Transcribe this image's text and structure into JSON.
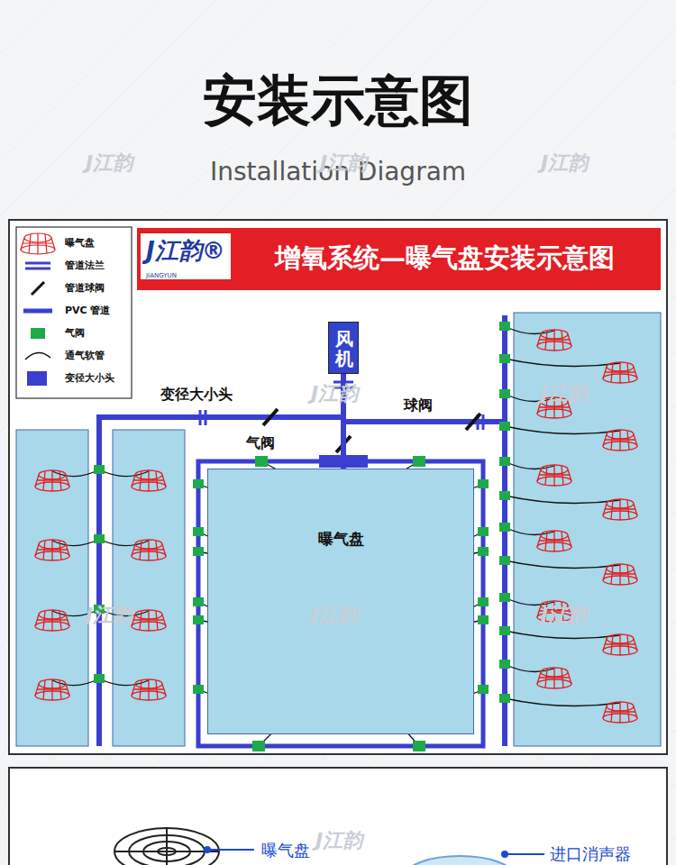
{
  "diagram": {
    "title": "安装示意图",
    "nodes": [
      {
        "text": [
          "J江韵®",
          "增氧系统—曝气盘安装示意图"
        ]
      },
      {
        "text": [
          "风机"
        ]
      },
      {
        "text": [
          "曝气盘"
        ]
      }
    ],
    "edges": [
      {
        "from": 1,
        "to": 2,
        "arrow": "none"
      }
    ],
    "labels": [
      "Installation Diagram",
      "JIANGYUN",
      "变径大小头",
      "球阀",
      "气阀",
      "曝气盘",
      "进口消声器",
      "J江韵",
      "J江韵",
      "J江韵",
      "J江韵",
      "J江韵",
      "J江韵",
      "J江韵",
      "J江韵",
      "J江韵"
    ],
    "legend": [
      {
        "text": "曝气盘"
      },
      {
        "text": "管道法兰"
      },
      {
        "text": "管道球阀"
      },
      {
        "text": "PVC 管道"
      },
      {
        "text": "气阀"
      },
      {
        "text": "通气软管"
      },
      {
        "text": "变径大小头"
      }
    ]
  }
}
